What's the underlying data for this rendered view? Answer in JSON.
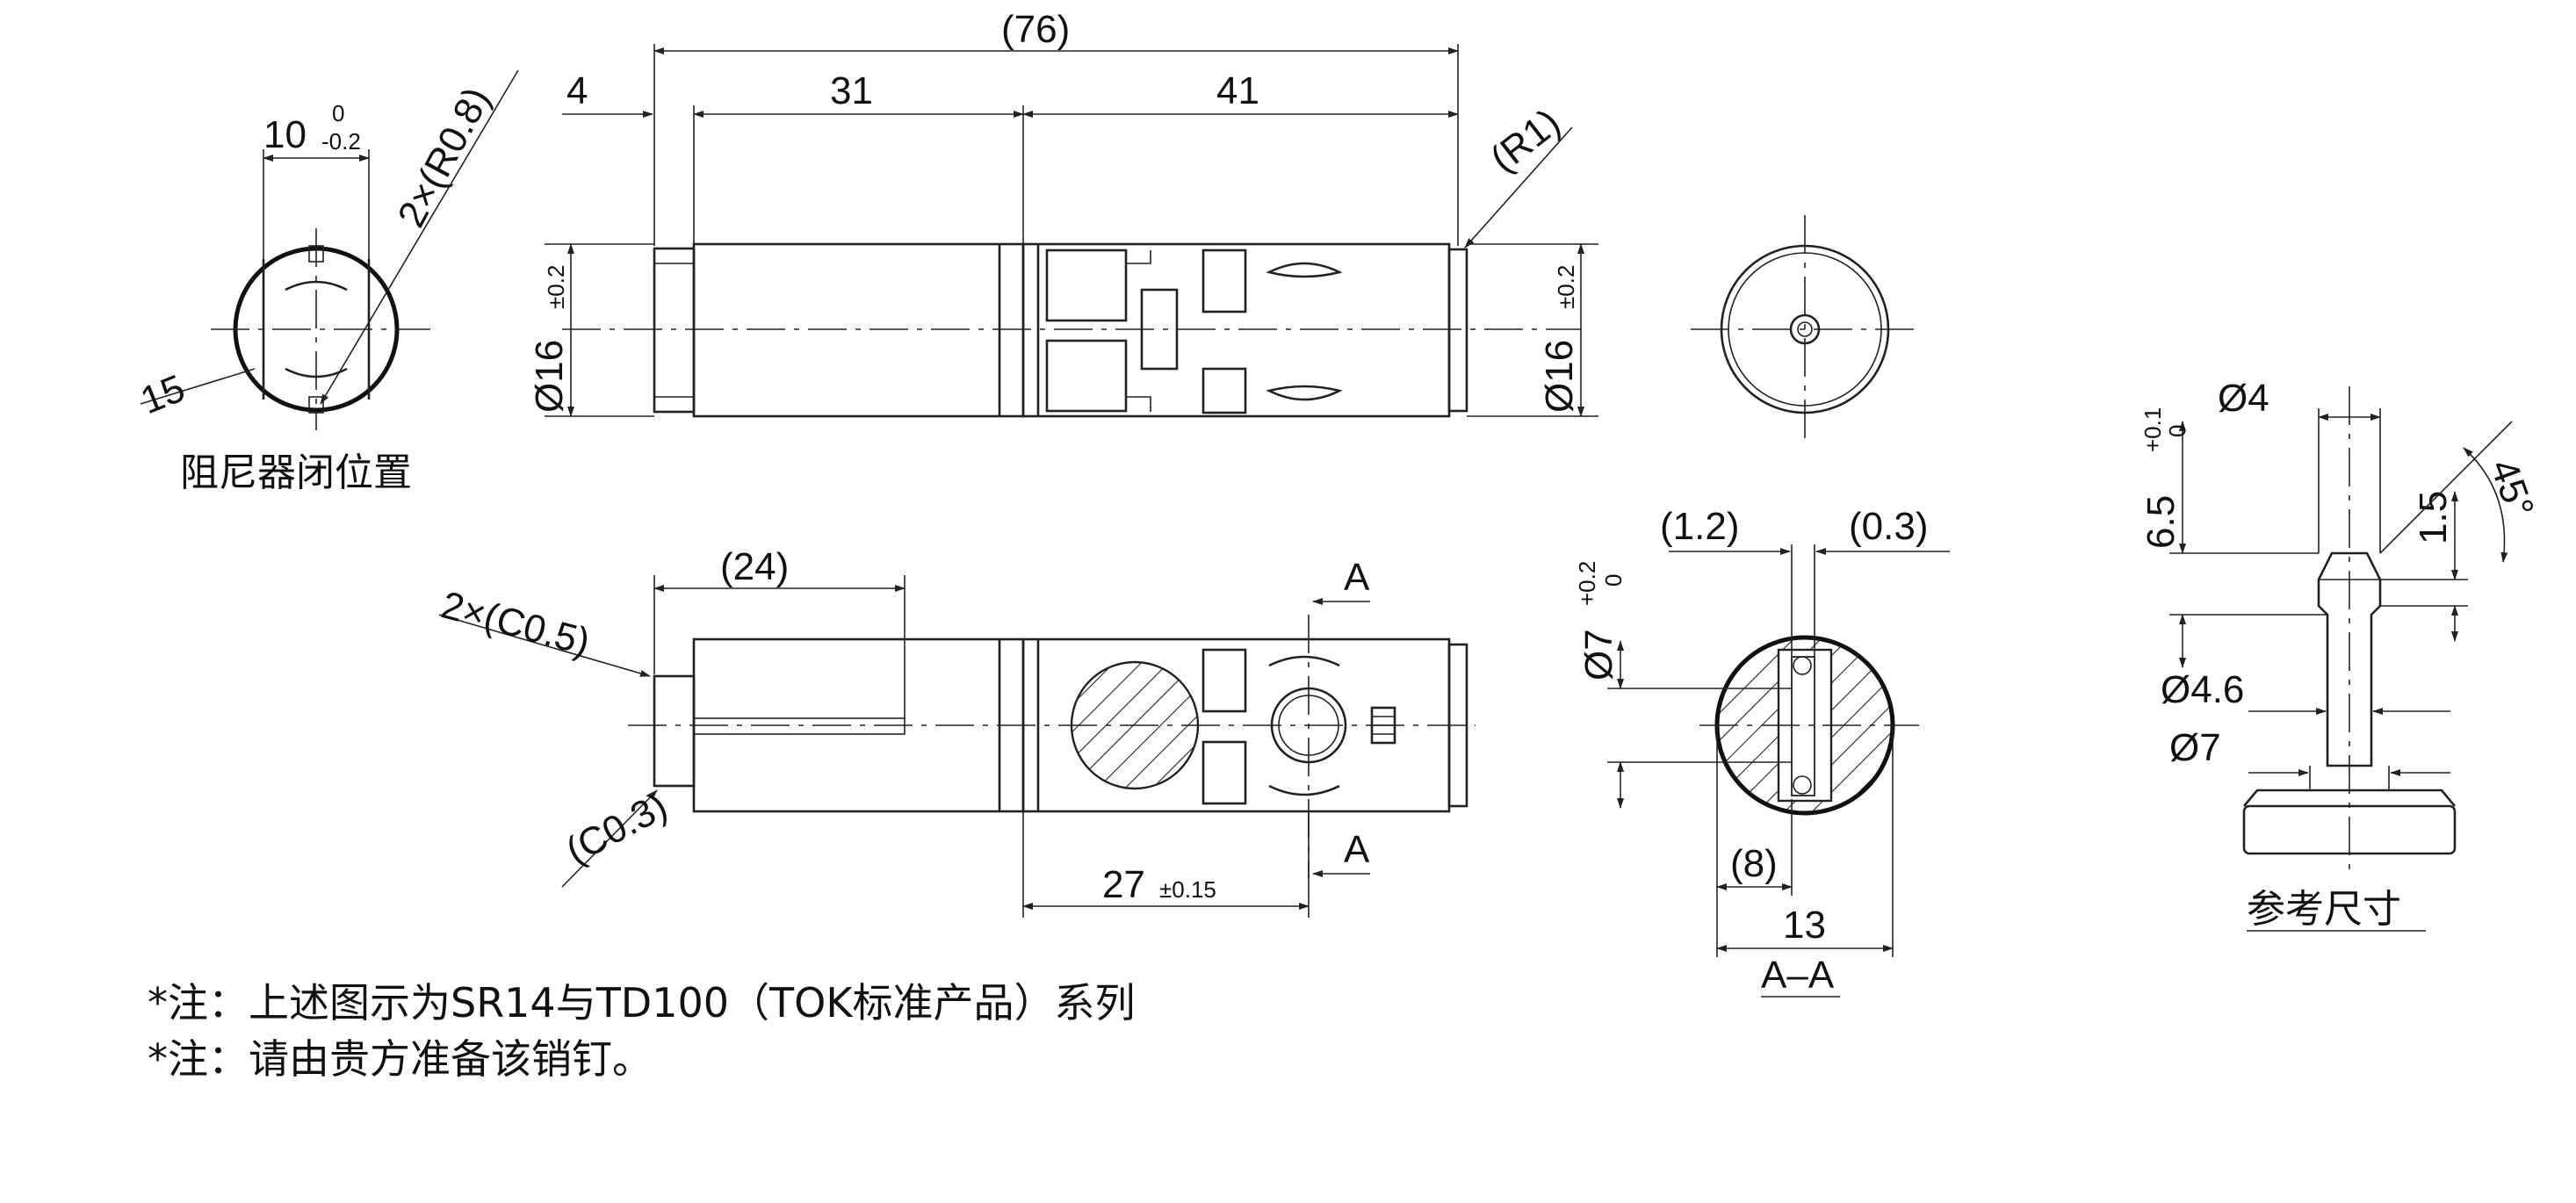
{
  "side_view": {
    "overall_length": "(76)",
    "seg_left": "4",
    "seg_mid": "31",
    "seg_right": "41",
    "radius": "(R1)",
    "dia_left": "Ø16",
    "dia_left_tol": "±0.2",
    "dia_right": "Ø16",
    "dia_right_tol": "±0.2"
  },
  "end_view": {
    "width_main": "10",
    "width_tol_upper": "0",
    "width_tol_lower": "-0.2",
    "chamfer_label": "2×(R0.8)",
    "angle_label": "15",
    "caption": "阻尼器闭位置"
  },
  "bottom_view": {
    "length_24": "(24)",
    "chamfer_top": "2×(C0.5)",
    "chamfer_bottom": "(C0.3)",
    "length_27": "27",
    "length_27_tol": "±0.15",
    "section_mark_top": "A",
    "section_mark_bottom": "A"
  },
  "section_view": {
    "dim_1_2": "(1.2)",
    "dim_0_3": "(0.3)",
    "dia_7": "Ø7",
    "dia_7_tol_upper": "+0.2",
    "dia_7_tol_lower": "0",
    "dim_8": "(8)",
    "dim_13": "13",
    "caption": "A–A"
  },
  "pin_view": {
    "dia_4": "Ø4",
    "height_6_5": "6.5",
    "height_tol_upper": "+0.1",
    "height_tol_lower": "0",
    "tip_1_5": "1.5",
    "angle_45": "45°",
    "dia_4_6": "Ø4.6",
    "dia_7": "Ø7",
    "caption": "参考尺寸"
  },
  "notes": [
    "*注：上述图示为SR14与TD100（TOK标准产品）系列",
    "*注：请由贵方准备该销钉。"
  ]
}
